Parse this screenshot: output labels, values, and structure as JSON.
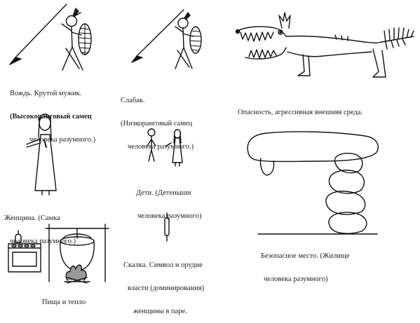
{
  "captions": {
    "chief": {
      "line1": "Вождь. Крутой мужик.",
      "line2": "(Высокоранговый самец",
      "line3": "человека разумного.)"
    },
    "weakling": {
      "line1": "Слабак.",
      "line2": "(Низкоранговый самец",
      "line3": "человека разумного.)"
    },
    "danger": {
      "line1": "Опасность, агрессивная внешняя среда."
    },
    "woman": {
      "line1": "Женщина. (Самка",
      "line2": "человека разумного.)"
    },
    "children": {
      "line1": "Дети. (Детеныши",
      "line2": "человека разумного)"
    },
    "safe_place": {
      "line1": "Безопасное место. (Жилище",
      "line2": "человека разумного)"
    },
    "rolling_pin": {
      "line1": "Скалка. Символ и орудие",
      "line2": "власти (доминирования)",
      "line3": "женщины в паре."
    },
    "food": {
      "line1": "Пища и тепло"
    }
  }
}
